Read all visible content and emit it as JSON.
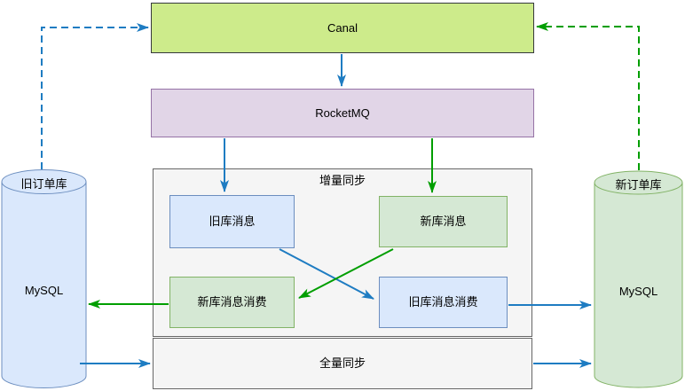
{
  "colors": {
    "background": "#ffffff",
    "blue_arrow": "#1e7cc2",
    "green_arrow": "#009e00",
    "canal_fill": "#cdeb8b",
    "canal_border": "#36393d",
    "rocketmq_fill": "#e1d5e7",
    "rocketmq_border": "#9673a6",
    "blue_box_fill": "#dae8fc",
    "blue_box_border": "#6c8ebf",
    "green_box_fill": "#d5e8d4",
    "green_box_border": "#82b366",
    "gray_container_fill": "#f5f5f5",
    "gray_container_border": "#666666",
    "text": "#000000"
  },
  "nodes": {
    "canal": {
      "label": "Canal"
    },
    "rocketmq": {
      "label": "RocketMQ"
    },
    "incremental_sync": {
      "label": "增量同步"
    },
    "full_sync": {
      "label": "全量同步"
    },
    "old_db_message": {
      "label": "旧库消息"
    },
    "new_db_message": {
      "label": "新库消息"
    },
    "new_db_message_consume": {
      "label": "新库消息消费"
    },
    "old_db_message_consume": {
      "label": "旧库消息消费"
    },
    "old_order_db": {
      "name": "旧订单库",
      "engine": "MySQL"
    },
    "new_order_db": {
      "name": "新订单库",
      "engine": "MySQL"
    }
  },
  "edges": [
    {
      "from": "old_order_db",
      "to": "canal",
      "color": "blue",
      "style": "dashed"
    },
    {
      "from": "new_order_db",
      "to": "canal",
      "color": "green",
      "style": "dashed"
    },
    {
      "from": "canal",
      "to": "rocketmq",
      "color": "blue",
      "style": "solid"
    },
    {
      "from": "rocketmq",
      "to": "old_db_message",
      "color": "blue",
      "style": "solid"
    },
    {
      "from": "rocketmq",
      "to": "new_db_message",
      "color": "green",
      "style": "solid"
    },
    {
      "from": "old_db_message",
      "to": "old_db_message_consume",
      "color": "blue",
      "style": "solid"
    },
    {
      "from": "new_db_message",
      "to": "new_db_message_consume",
      "color": "green",
      "style": "solid"
    },
    {
      "from": "new_db_message_consume",
      "to": "old_order_db",
      "color": "green",
      "style": "solid"
    },
    {
      "from": "old_db_message_consume",
      "to": "new_order_db",
      "color": "blue",
      "style": "solid"
    },
    {
      "from": "old_order_db",
      "to": "full_sync",
      "color": "blue",
      "style": "solid"
    },
    {
      "from": "full_sync",
      "to": "new_order_db",
      "color": "blue",
      "style": "solid"
    }
  ]
}
